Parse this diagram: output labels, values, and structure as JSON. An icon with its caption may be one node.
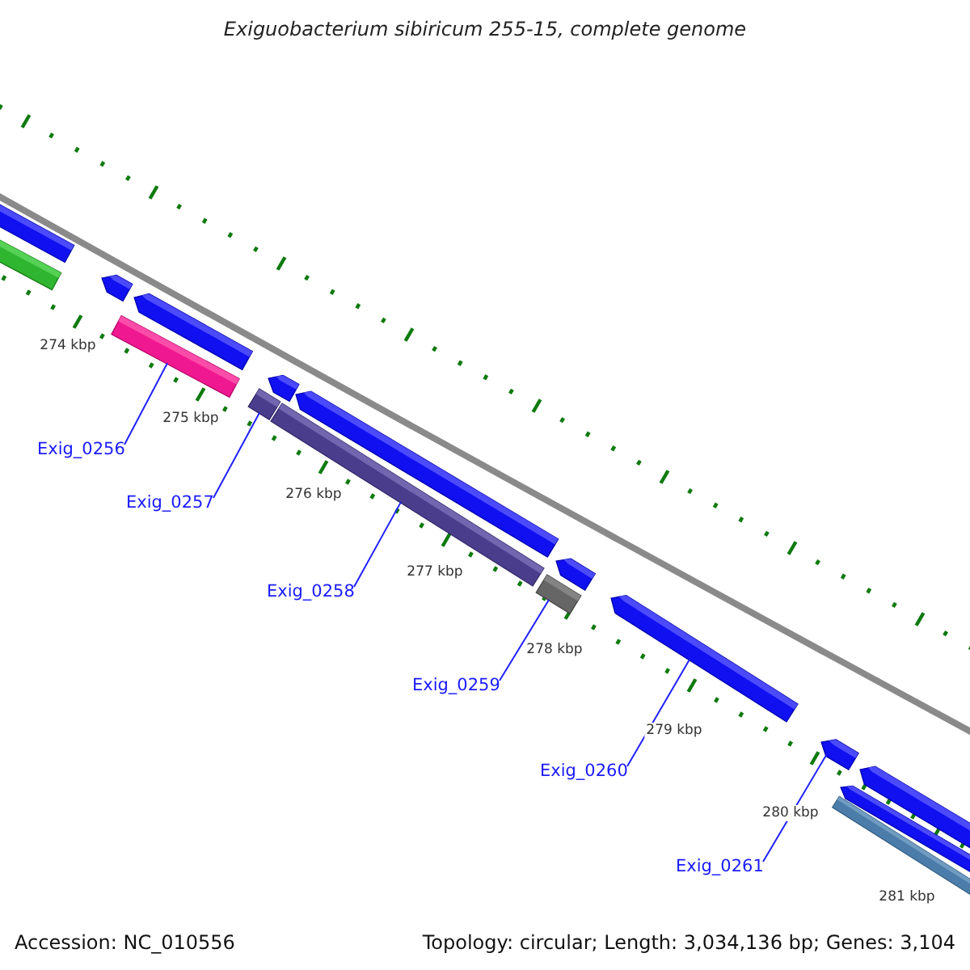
{
  "diagram": {
    "title": "Exiguobacterium sibiricum 255-15, complete genome",
    "nodes": [
      {
        "text": [
          "Exig_0256"
        ]
      },
      {
        "text": [
          "Exig_0257"
        ]
      },
      {
        "text": [
          "Exig_0258"
        ]
      },
      {
        "text": [
          "Exig_0259"
        ]
      },
      {
        "text": [
          "Exig_0260"
        ]
      },
      {
        "text": [
          "Exig_0261"
        ]
      },
      {
        "text": [],
        "shape": "bar"
      },
      {
        "text": [],
        "shape": "bar"
      },
      {
        "text": [],
        "shape": "bar"
      },
      {
        "text": [],
        "shape": "bar"
      },
      {
        "text": [],
        "shape": "bar"
      },
      {
        "text": [],
        "shape": "bar"
      },
      {
        "text": [],
        "shape": "bar"
      },
      {
        "text": [],
        "shape": "bar"
      },
      {
        "text": [],
        "shape": "bar"
      },
      {
        "text": [],
        "shape": "bar"
      },
      {
        "text": [],
        "shape": "bar"
      },
      {
        "text": [],
        "shape": "bar"
      },
      {
        "text": [],
        "shape": "bar"
      },
      {
        "text": [],
        "shape": "bar"
      },
      {
        "text": [],
        "shape": "bar"
      },
      {
        "text": [],
        "shape": "bar"
      }
    ],
    "edges": [
      {
        "from": 0,
        "to": 9,
        "arrow": "none"
      },
      {
        "from": 1,
        "to": 11,
        "arrow": "none"
      },
      {
        "from": 2,
        "to": 13,
        "arrow": "none"
      },
      {
        "from": 3,
        "to": 15,
        "arrow": "none"
      },
      {
        "from": 4,
        "to": 17,
        "arrow": "none"
      },
      {
        "from": 5,
        "to": 18,
        "arrow": "none"
      }
    ],
    "labels": [
      "274 kbp",
      "275 kbp",
      "276 kbp",
      "277 kbp",
      "278 kbp",
      "279 kbp",
      "280 kbp",
      "281 kbp",
      "Accession: NC_010556",
      "Topology: circular; Length: 3,034,136 bp; Genes: 3,104"
    ]
  }
}
